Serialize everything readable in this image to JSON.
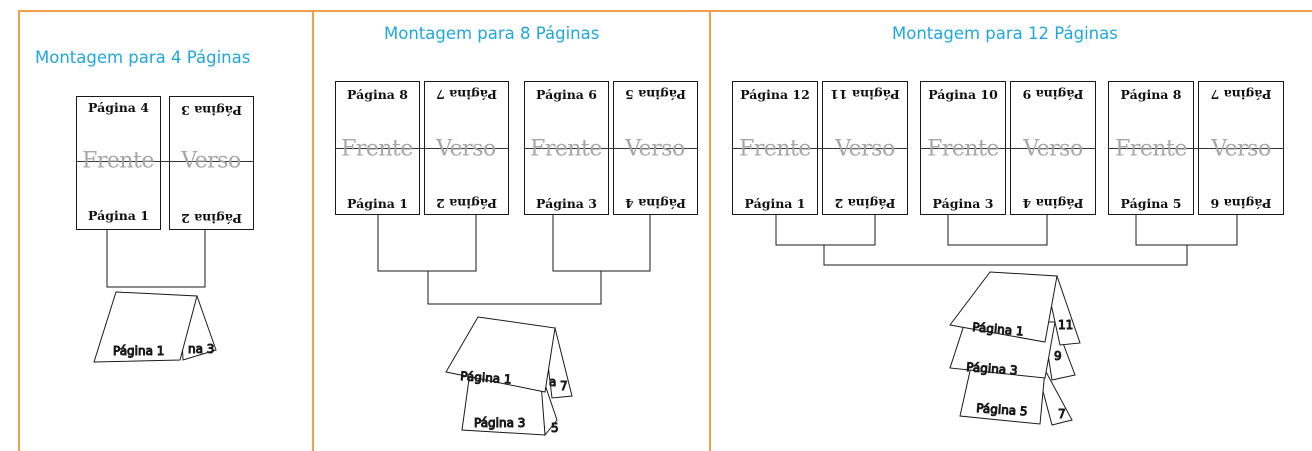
{
  "colors": {
    "frame": "#f0a04b",
    "title": "#1fa7dc",
    "watermark": "#a6a6a6",
    "line": "#1a1a1a"
  },
  "panels": [
    {
      "title": "Montagem para 4 Páginas",
      "front_label": "Frente",
      "back_label": "Verso",
      "sheet": {
        "front_top": "Página 4",
        "front_bottom": "Página 1",
        "back_top": "Página 3",
        "back_bottom": "Página 2"
      },
      "folded": {
        "front": "Página 1",
        "back_partial": "na 3"
      }
    },
    {
      "title": "Montagem para 8 Páginas",
      "front_label": "Frente",
      "back_label": "Verso",
      "sheets": [
        {
          "front_top": "Página 8",
          "front_bottom": "Página 1",
          "back_top": "Página 7",
          "back_bottom": "Página 2"
        },
        {
          "front_top": "Página 6",
          "front_bottom": "Página 3",
          "back_top": "Página 5",
          "back_bottom": "Página 4"
        }
      ],
      "folded": [
        {
          "front": "Página 1",
          "back_partial": "a",
          "back_number": "7"
        },
        {
          "front": "Página 3",
          "back_number": "5"
        }
      ]
    },
    {
      "title": "Montagem para 12 Páginas",
      "front_label": "Frente",
      "back_label": "Verso",
      "sheets": [
        {
          "front_top": "Página 12",
          "front_bottom": "Página 1",
          "back_top": "Página 11",
          "back_bottom": "Página 2"
        },
        {
          "front_top": "Página 10",
          "front_bottom": "Página 3",
          "back_top": "Página 9",
          "back_bottom": "Página 4"
        },
        {
          "front_top": "Página 8",
          "front_bottom": "Página 5",
          "back_top": "Página 7",
          "back_bottom": "Página 6"
        }
      ],
      "folded": [
        {
          "front": "Página 1",
          "back_number": "11"
        },
        {
          "front": "Página 3",
          "back_number": "9"
        },
        {
          "front": "Página 5",
          "back_number": "7"
        }
      ]
    }
  ]
}
